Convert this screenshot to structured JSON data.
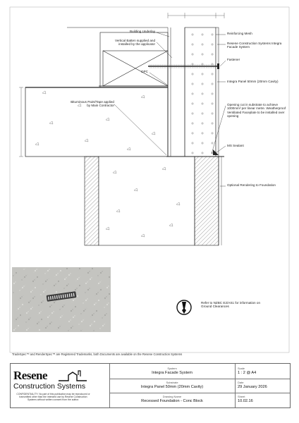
{
  "labels": {
    "building_underlay": "Building Underlay",
    "vertical_batten": "Vertical Batten supplied and installed by the applicator",
    "dpc": "DPC",
    "bituminous": "Bituminous Paint/Tape applied by Main Contractor",
    "reinforcing_mesh": "Reinforcing Mesh",
    "system_name": "Resene Construction Systems Integra Facade System",
    "fastener": "Fastener",
    "integra_panel": "Integra Panel 50mm (20mm Cavity)",
    "opening_cut": "Opening cut in substrate to achieve 1000mm² per linear metre. Weatherproof Ventilated Faceplate to be installed over opening",
    "ms_sealant": "MS Sealant",
    "optional_rendering": "Optional Rendering to Foundation",
    "ground_clearance_note": "Refer to NZBC E2/AS1 for information on Ground Clearances"
  },
  "trademark_note": "TradeSpec™ and RenderSpec™ are Registered Trademarks, both Documents are available on the Resene Construction Systems",
  "title_block": {
    "logo_main": "Resene",
    "logo_sub": "Construction Systems",
    "confidential": "CONFIDENTIALITY: No part of this publication may be reproduced or transmitted other than the intended use by Resene Construction Systems without written consent from the author.",
    "system_label": "System",
    "system_value": "Integra Facade System",
    "substrate_label": "Substrate",
    "substrate_value": "Integra Panel 50mm (20mm Cavity)",
    "drawing_name_label": "Drawing Name",
    "drawing_name_value": "Recessed Foundation - Conc Block",
    "scale_label": "Scale",
    "scale_value": "1 : 2 @ A4",
    "date_label": "Date",
    "date_value": "29 January 2026",
    "sheet_label": "Sheet",
    "sheet_value": "10.02.16"
  },
  "colors": {
    "line": "#222222",
    "photo_base": "#c4c4c0",
    "vent_slot": "#3a3a3a"
  }
}
